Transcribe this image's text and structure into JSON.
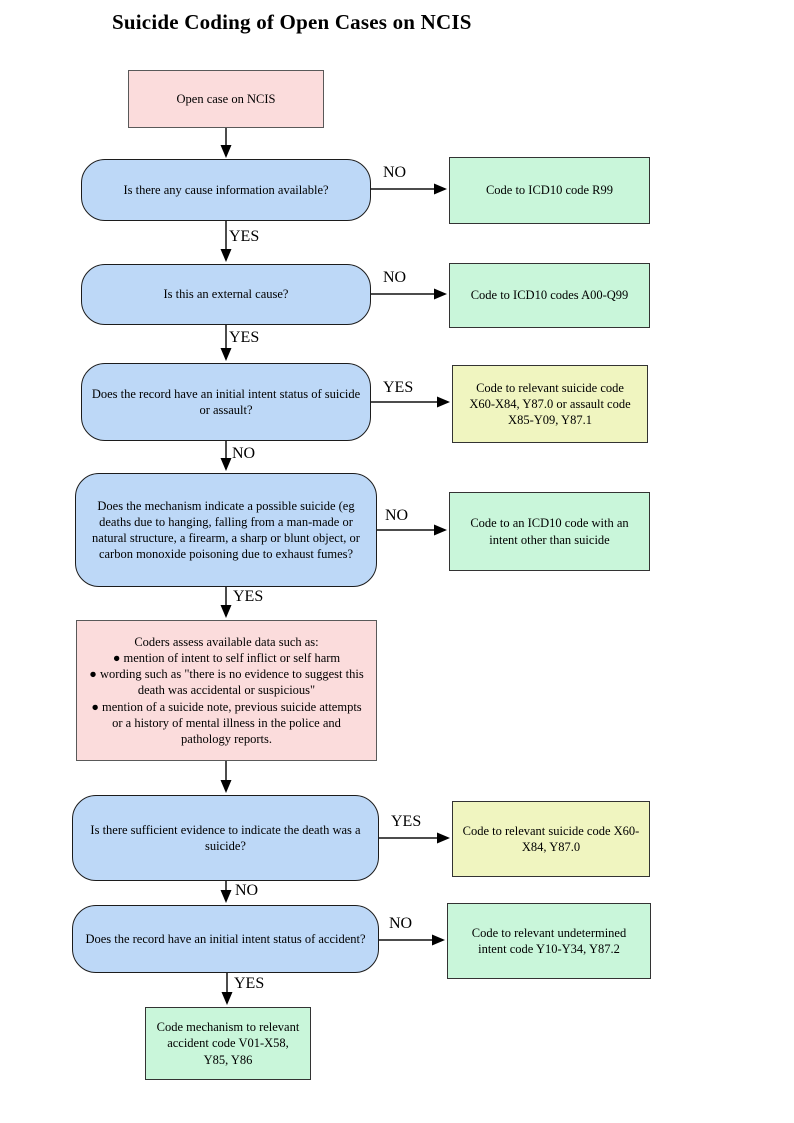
{
  "title": "Suicide Coding of Open Cases on NCIS",
  "colors": {
    "start_fill": "#fbdcdc",
    "decision_fill": "#bdd8f7",
    "result_green_fill": "#c9f6da",
    "result_yellow_fill": "#f0f5c0",
    "line": "#111111"
  },
  "nodes": {
    "start": {
      "type": "start",
      "color": "pink",
      "text": "Open case on NCIS"
    },
    "q1": {
      "type": "decision",
      "color": "blue",
      "text": "Is there any cause information available?"
    },
    "r1": {
      "type": "result",
      "color": "green",
      "text": "Code to ICD10 code R99"
    },
    "q2": {
      "type": "decision",
      "color": "blue",
      "text": "Is this an external cause?"
    },
    "r2": {
      "type": "result",
      "color": "green",
      "text": "Code to ICD10 codes A00-Q99"
    },
    "q3": {
      "type": "decision",
      "color": "blue",
      "text": "Does the record have an initial intent status of suicide or assault?"
    },
    "r3": {
      "type": "result",
      "color": "yellow",
      "text": "Code to relevant suicide code X60-X84, Y87.0 or assault code X85-Y09, Y87.1"
    },
    "q4": {
      "type": "decision",
      "color": "blue",
      "text": "Does the mechanism indicate a possible suicide (eg deaths due to hanging, falling from a man-made or natural structure, a firearm, a sharp or blunt object, or carbon monoxide poisoning due to exhaust fumes?"
    },
    "r4": {
      "type": "result",
      "color": "green",
      "text": "Code to an ICD10 code with an intent other than suicide"
    },
    "assess": {
      "type": "process",
      "color": "pink",
      "heading": "Coders assess available data such as:",
      "bullets": [
        "● mention of intent to self inflict or self harm",
        "● wording such as \"there is no evidence to suggest this death was accidental or suspicious\"",
        "● mention of a suicide note, previous suicide attempts or a history of mental illness in the police and pathology reports."
      ]
    },
    "q5": {
      "type": "decision",
      "color": "blue",
      "text": "Is there sufficient evidence to indicate the death was a suicide?"
    },
    "r5": {
      "type": "result",
      "color": "yellow",
      "text": "Code to relevant suicide code X60-X84, Y87.0"
    },
    "q6": {
      "type": "decision",
      "color": "blue",
      "text": "Does the record have an initial intent status of accident?"
    },
    "r6": {
      "type": "result",
      "color": "green",
      "text": "Code to relevant undetermined intent code Y10-Y34, Y87.2"
    },
    "final": {
      "type": "result",
      "color": "green",
      "text": "Code mechanism to relevant accident code V01-X58, Y85, Y86"
    }
  },
  "edges": [
    {
      "from": "start",
      "to": "q1",
      "label": ""
    },
    {
      "from": "q1",
      "to": "r1",
      "label": "NO"
    },
    {
      "from": "q1",
      "to": "q2",
      "label": "YES"
    },
    {
      "from": "q2",
      "to": "r2",
      "label": "NO"
    },
    {
      "from": "q2",
      "to": "q3",
      "label": "YES"
    },
    {
      "from": "q3",
      "to": "r3",
      "label": "YES"
    },
    {
      "from": "q3",
      "to": "q4",
      "label": "NO"
    },
    {
      "from": "q4",
      "to": "r4",
      "label": "NO"
    },
    {
      "from": "q4",
      "to": "assess",
      "label": "YES"
    },
    {
      "from": "assess",
      "to": "q5",
      "label": ""
    },
    {
      "from": "q5",
      "to": "r5",
      "label": "YES"
    },
    {
      "from": "q5",
      "to": "q6",
      "label": "NO"
    },
    {
      "from": "q6",
      "to": "r6",
      "label": "NO"
    },
    {
      "from": "q6",
      "to": "final",
      "label": "YES"
    }
  ]
}
